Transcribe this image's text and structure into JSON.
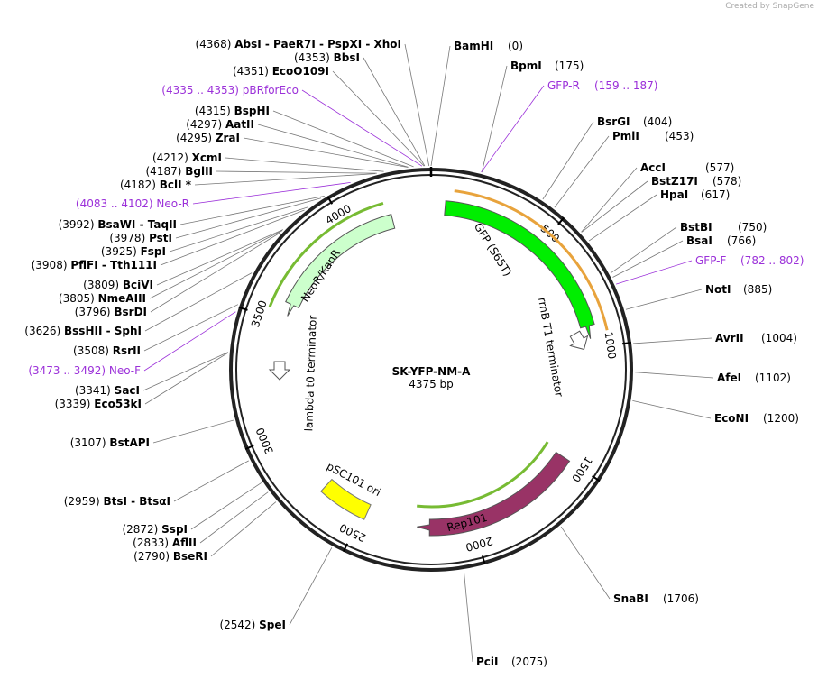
{
  "credit": "Created by SnapGene",
  "plasmid": {
    "name": "SK-YFP-NM-A",
    "size_label": "4375 bp",
    "length": 4375
  },
  "ticks": [
    "500",
    "1000",
    "1500",
    "2000",
    "2500",
    "3000",
    "3500",
    "4000"
  ],
  "colors": {
    "primer": "#9b30d9",
    "gfp": "#00ee00",
    "rep": "#993366",
    "ori": "#ffff00",
    "neo": "#ccffcc"
  },
  "features": [
    {
      "id": "gfp",
      "label": "GFP (S65T)",
      "start": 60,
      "end": 960,
      "color": "#00ee00"
    },
    {
      "id": "rep101",
      "label": "Rep101",
      "start": 1500,
      "end": 2250,
      "color": "#993366"
    },
    {
      "id": "psc101",
      "label": "pSC101 ori",
      "start": 2480,
      "end": 2700,
      "color": "#ffff00"
    },
    {
      "id": "neo",
      "label": "NeoR/KanR",
      "start": 3530,
      "end": 4200,
      "color": "#ccffcc"
    },
    {
      "id": "rrnb",
      "label": "rrnB T1 terminator"
    },
    {
      "id": "lambda",
      "label": "lambda t0 terminator"
    }
  ],
  "sites_left": [
    {
      "id": "absi",
      "pos": "(4368)",
      "name": "AbsI  - PaeR7I  - PspXI  - XhoI",
      "bp": 4368
    },
    {
      "id": "bbsi",
      "pos": "(4353)",
      "name": "BbsI",
      "bp": 4353
    },
    {
      "id": "eco0109i",
      "pos": "(4351)",
      "name": "EcoO109I",
      "bp": 4351
    },
    {
      "id": "pbr",
      "pos": "(4335 .. 4353)",
      "name": "pBRforEco",
      "bp": 4344,
      "primer": true
    },
    {
      "id": "bsphi",
      "pos": "(4315)",
      "name": "BspHI",
      "bp": 4315
    },
    {
      "id": "aatii",
      "pos": "(4297)",
      "name": "AatII",
      "bp": 4297
    },
    {
      "id": "zrai",
      "pos": "(4295)",
      "name": "ZraI",
      "bp": 4295
    },
    {
      "id": "xcmi",
      "pos": "(4212)",
      "name": "XcmI",
      "bp": 4212
    },
    {
      "id": "bglii",
      "pos": "(4187)",
      "name": "BglII",
      "bp": 4187
    },
    {
      "id": "bcli",
      "pos": "(4182)",
      "name": "BclI *",
      "bp": 4182
    },
    {
      "id": "neor",
      "pos": "(4083 .. 4102)",
      "name": "Neo-R",
      "bp": 4092,
      "primer": true
    },
    {
      "id": "bsawi",
      "pos": "(3992)",
      "name": "BsaWI  - TaqII",
      "bp": 3992
    },
    {
      "id": "psti",
      "pos": "(3978)",
      "name": "PstI",
      "bp": 3978
    },
    {
      "id": "fspi",
      "pos": "(3925)",
      "name": "FspI",
      "bp": 3925
    },
    {
      "id": "pflfi",
      "pos": "(3908)",
      "name": "PflFI  - Tth111I",
      "bp": 3908
    },
    {
      "id": "bcivi",
      "pos": "(3809)",
      "name": "BciVI",
      "bp": 3809
    },
    {
      "id": "nmeaiii",
      "pos": "(3805)",
      "name": "NmeAIII",
      "bp": 3805
    },
    {
      "id": "bsrdi",
      "pos": "(3796)",
      "name": "BsrDI",
      "bp": 3796
    },
    {
      "id": "bsshii",
      "pos": "(3626)",
      "name": "BssHII  - SphI",
      "bp": 3626
    },
    {
      "id": "rsrii",
      "pos": "(3508)",
      "name": "RsrII",
      "bp": 3508
    },
    {
      "id": "neof",
      "pos": "(3473 .. 3492)",
      "name": "Neo-F",
      "bp": 3482,
      "primer": true
    },
    {
      "id": "saci",
      "pos": "(3341)",
      "name": "SacI",
      "bp": 3341
    },
    {
      "id": "eco53ki",
      "pos": "(3339)",
      "name": "Eco53kI",
      "bp": 3339
    },
    {
      "id": "bstapi",
      "pos": "(3107)",
      "name": "BstAPI",
      "bp": 3107
    },
    {
      "id": "btsi",
      "pos": "(2959)",
      "name": "BtsI  - BtsαI",
      "bp": 2959
    },
    {
      "id": "sspi",
      "pos": "(2872)",
      "name": "SspI",
      "bp": 2872
    },
    {
      "id": "aflii",
      "pos": "(2833)",
      "name": "AflII",
      "bp": 2833
    },
    {
      "id": "bseri",
      "pos": "(2790)",
      "name": "BseRI",
      "bp": 2790
    },
    {
      "id": "spei",
      "pos": "(2542)",
      "name": "SpeI",
      "bp": 2542
    }
  ],
  "sites_right": [
    {
      "id": "bamhi",
      "name": "BamHI",
      "pos": "(0)",
      "bp": 0
    },
    {
      "id": "bpmi",
      "name": "BpmI",
      "pos": "(175)",
      "bp": 175
    },
    {
      "id": "gfpr",
      "name": "GFP-R",
      "pos": "(159 .. 187)",
      "bp": 173,
      "primer": true
    },
    {
      "id": "bsrgi",
      "name": "BsrGI",
      "pos": "(404)",
      "bp": 404
    },
    {
      "id": "pmli",
      "name": "PmlI",
      "pos": "(453)",
      "bp": 453
    },
    {
      "id": "acci",
      "name": "AccI",
      "pos": "(577)",
      "bp": 577
    },
    {
      "id": "bstz17i",
      "name": "BstZ17I",
      "pos": "(578)",
      "bp": 578
    },
    {
      "id": "hpai",
      "name": "HpaI",
      "pos": "(617)",
      "bp": 617
    },
    {
      "id": "bstbi",
      "name": "BstBI",
      "pos": "(750)",
      "bp": 750
    },
    {
      "id": "bsai",
      "name": "BsaI",
      "pos": "(766)",
      "bp": 766
    },
    {
      "id": "gfpf",
      "name": "GFP-F",
      "pos": "(782 .. 802)",
      "bp": 792,
      "primer": true
    },
    {
      "id": "noti",
      "name": "NotI",
      "pos": "(885)",
      "bp": 885
    },
    {
      "id": "avrii",
      "name": "AvrII",
      "pos": "(1004)",
      "bp": 1004
    },
    {
      "id": "afei",
      "name": "AfeI",
      "pos": "(1102)",
      "bp": 1102
    },
    {
      "id": "econi",
      "name": "EcoNI",
      "pos": "(1200)",
      "bp": 1200
    },
    {
      "id": "snabi",
      "name": "SnaBI",
      "pos": "(1706)",
      "bp": 1706
    },
    {
      "id": "pcii",
      "name": "PciI",
      "pos": "(2075)",
      "bp": 2075
    }
  ]
}
